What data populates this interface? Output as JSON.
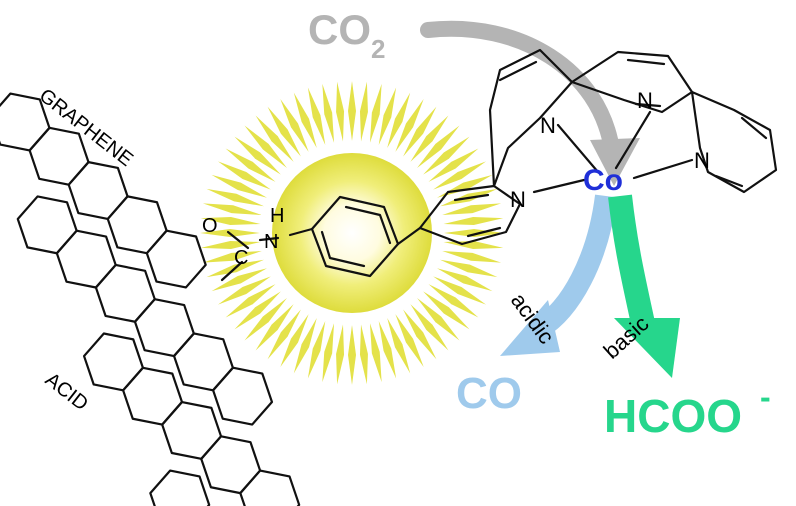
{
  "labels": {
    "graphene": "GRAPHENE",
    "acid": "ACID",
    "co2_main": "CO",
    "co2_sub": "2",
    "cobalt": "Co",
    "nitrogen": "N",
    "amide_o": "O",
    "amide_c": "C",
    "amide_h": "H",
    "acidic": "acidic",
    "basic": "basic",
    "product_co": "CO",
    "product_formate": "HCOO",
    "formate_charge": "-"
  },
  "colors": {
    "co2": "#b4b4b4",
    "cobalt": "#1f2fd8",
    "acidic_arrow": "#9fcaec",
    "basic_arrow": "#26d68c",
    "glow": "#e4e24a",
    "bond": "#111111"
  },
  "icons": [
    "sunburst-glow-icon",
    "curved-arrow-icon",
    "molecule-structure-icon"
  ]
}
